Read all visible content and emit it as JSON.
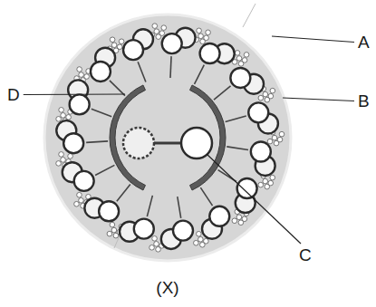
{
  "diagram": {
    "caption": "(X)",
    "labels": [
      "A",
      "D",
      "B",
      "C"
    ]
  }
}
